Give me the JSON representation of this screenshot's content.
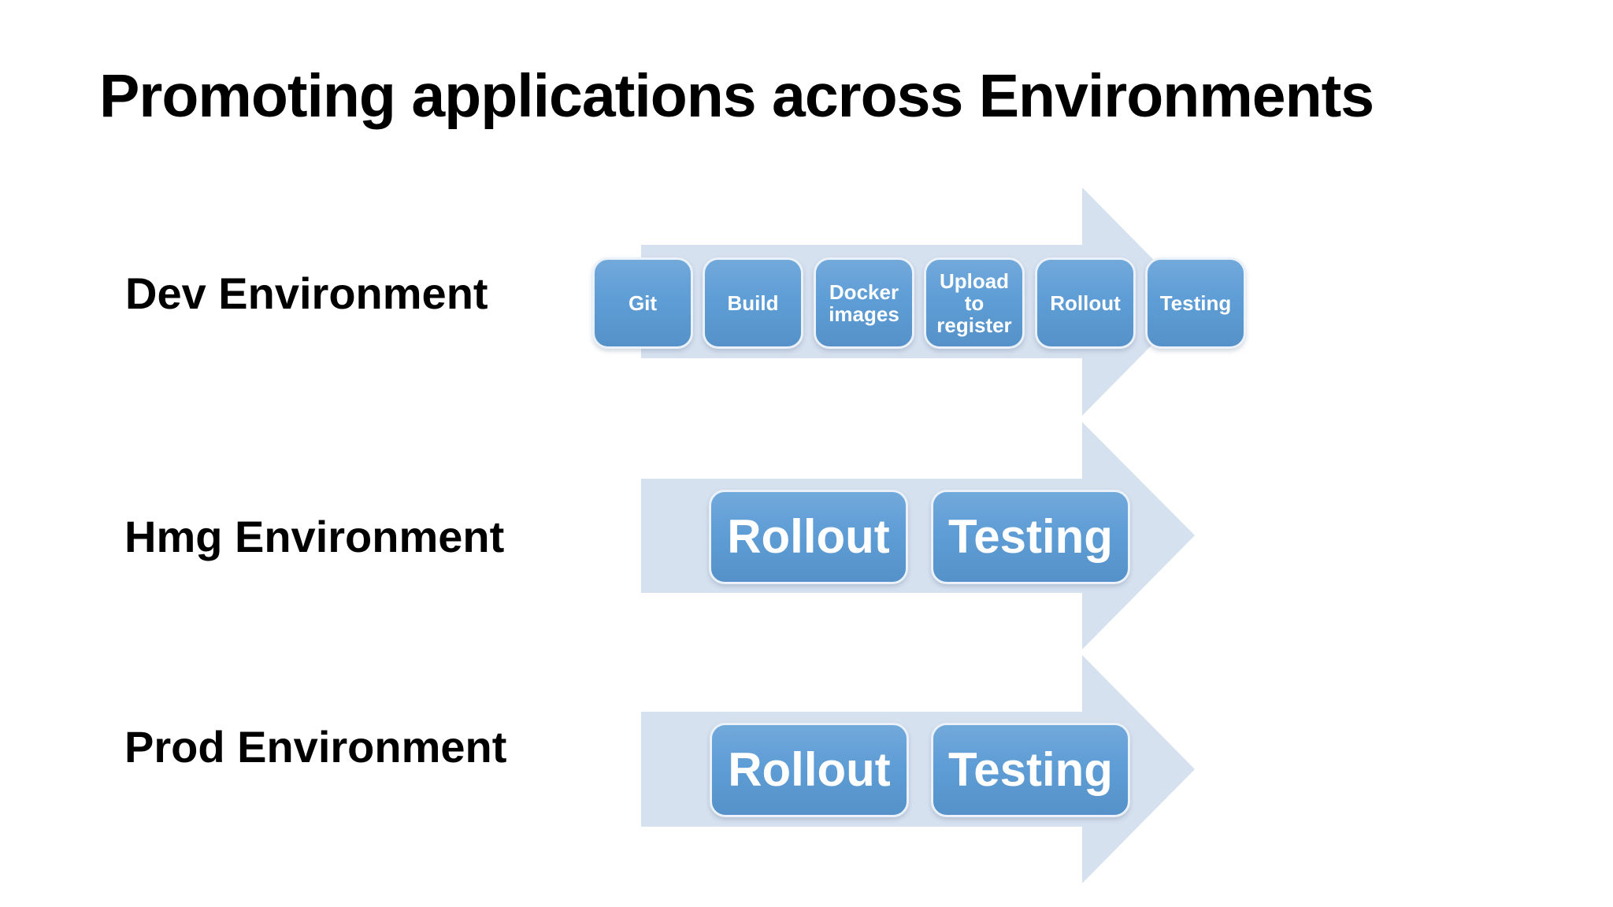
{
  "slide": {
    "title": "Promoting applications across Environments"
  },
  "colors": {
    "heading_text": "#000000",
    "box_fill": "#5B9BD5",
    "box_border": "#EAF1F9",
    "box_text": "#FFFFFF",
    "arrow_fill": "#D6E1EF"
  },
  "rows": [
    {
      "label": "Dev Environment",
      "steps": [
        "Git",
        "Build",
        "Docker\nimages",
        "Upload\nto\nregister",
        "Rollout",
        "Testing"
      ]
    },
    {
      "label": "Hmg Environment",
      "steps": [
        "Rollout",
        "Testing"
      ]
    },
    {
      "label": "Prod Environment",
      "steps": [
        "Rollout",
        "Testing"
      ]
    }
  ]
}
